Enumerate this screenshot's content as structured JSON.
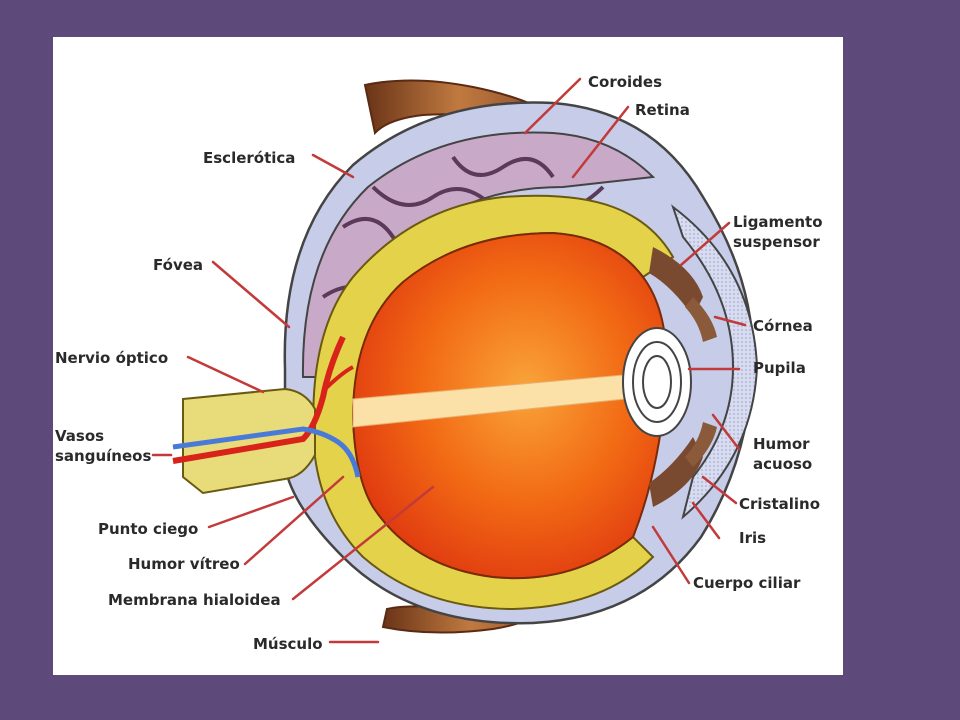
{
  "labels": {
    "coroides": "Coroides",
    "retina": "Retina",
    "esclerotica": "Esclerótica",
    "ligamento_1": "Ligamento",
    "ligamento_2": "suspensor",
    "fovea": "Fóvea",
    "cornea": "Córnea",
    "nervio_optico": "Nervio óptico",
    "pupila": "Pupila",
    "vasos_1": "Vasos",
    "vasos_2": "sanguíneos",
    "humor_acuoso_1": "Humor",
    "humor_acuoso_2": "acuoso",
    "cristalino": "Cristalino",
    "punto_ciego": "Punto ciego",
    "iris": "Iris",
    "humor_vitreo": "Humor vítreo",
    "cuerpo_ciliar": "Cuerpo ciliar",
    "membrana_hialoidea": "Membrana hialoidea",
    "musculo": "Músculo"
  },
  "colors": {
    "background": "#5d4a7a",
    "panel": "#ffffff",
    "sclera": "#c7cce8",
    "choroid": "#7a5a78",
    "retina": "#e3d24a",
    "vitreous": "#f07a1a",
    "nerve": "#e8dc7a",
    "muscle": "#8a4a28",
    "leader": "#c23a3a",
    "artery": "#d8231a",
    "vein": "#4a7ad8"
  }
}
